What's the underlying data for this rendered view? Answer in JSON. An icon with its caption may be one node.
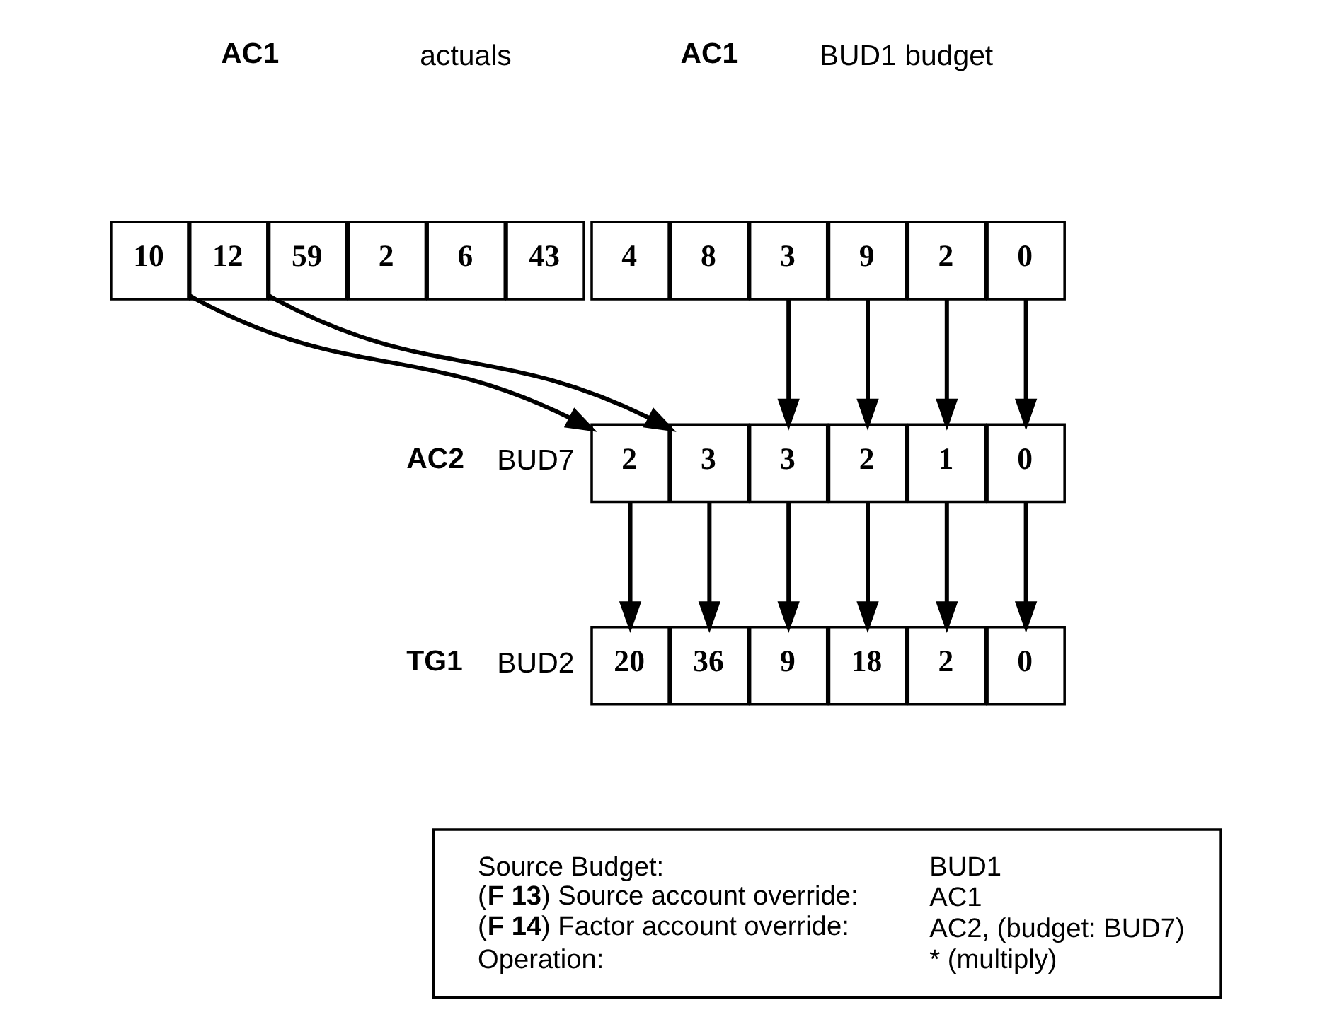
{
  "diagram": {
    "nodes": [
      {
        "text": [
          "10"
        ]
      },
      {
        "text": [
          "12"
        ]
      },
      {
        "text": [
          "59"
        ]
      },
      {
        "text": [
          "2"
        ]
      },
      {
        "text": [
          "6"
        ]
      },
      {
        "text": [
          "43"
        ]
      },
      {
        "text": [
          "4"
        ]
      },
      {
        "text": [
          "8"
        ]
      },
      {
        "text": [
          "3"
        ]
      },
      {
        "text": [
          "9"
        ]
      },
      {
        "text": [
          "2"
        ]
      },
      {
        "text": [
          "0"
        ]
      },
      {
        "text": [
          "2"
        ]
      },
      {
        "text": [
          "3"
        ]
      },
      {
        "text": [
          "3"
        ]
      },
      {
        "text": [
          "2"
        ]
      },
      {
        "text": [
          "1"
        ]
      },
      {
        "text": [
          "0"
        ]
      },
      {
        "text": [
          "20"
        ]
      },
      {
        "text": [
          "36"
        ]
      },
      {
        "text": [
          "9"
        ]
      },
      {
        "text": [
          "18"
        ]
      },
      {
        "text": [
          "2"
        ]
      },
      {
        "text": [
          "0"
        ]
      },
      {
        "text": [
          "Source Budget:",
          "BUD1",
          "(**F 13**) Source account override:",
          "AC1",
          "(**F 14**) Factor account override:",
          "AC2, (budget: BUD7)",
          "Operation:",
          "* (multiply)"
        ]
      }
    ],
    "edges": [
      {
        "from": 0,
        "to": 12,
        "arrow": "to"
      },
      {
        "from": 1,
        "to": 13,
        "arrow": "to"
      },
      {
        "from": 8,
        "to": 14,
        "arrow": "to"
      },
      {
        "from": 9,
        "to": 15,
        "arrow": "to"
      },
      {
        "from": 10,
        "to": 16,
        "arrow": "to"
      },
      {
        "from": 11,
        "to": 17,
        "arrow": "to"
      },
      {
        "from": 12,
        "to": 18,
        "arrow": "to"
      },
      {
        "from": 13,
        "to": 19,
        "arrow": "to"
      },
      {
        "from": 14,
        "to": 20,
        "arrow": "to"
      },
      {
        "from": 15,
        "to": 21,
        "arrow": "to"
      },
      {
        "from": 16,
        "to": 22,
        "arrow": "to"
      },
      {
        "from": 17,
        "to": 23,
        "arrow": "to"
      }
    ],
    "labels": [
      "AC1",
      "actuals",
      "AC1",
      "BUD1 budget",
      "AC2",
      "BUD7",
      "TG1",
      "BUD2"
    ]
  }
}
